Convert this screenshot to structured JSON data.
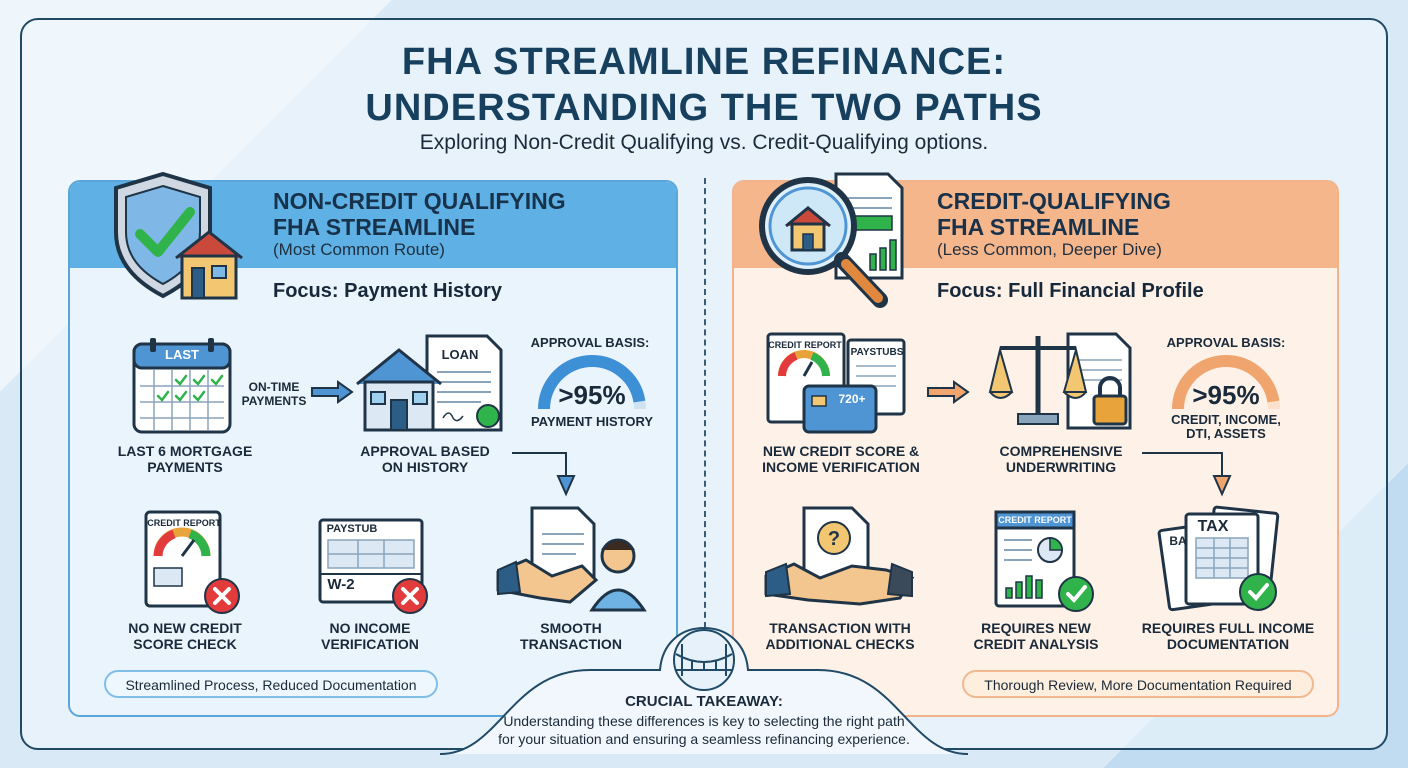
{
  "header": {
    "title_line1": "FHA STREAMLINE REFINANCE:",
    "title_line2": "UNDERSTANDING THE TWO PATHS",
    "subtitle": "Exploring Non-Credit Qualifying vs. Credit-Qualifying options."
  },
  "left": {
    "title_line1": "NON-CREDIT QUALIFYING",
    "title_line2": "FHA STREAMLINE",
    "note": "(Most Common Route)",
    "focus": "Focus: Payment History",
    "calendar_tag": "LAST",
    "arrow_label_1": "ON-TIME",
    "arrow_label_2": "PAYMENTS",
    "step1_line1": "LAST 6 MORTGAGE",
    "step1_line2": "PAYMENTS",
    "loan_tag": "LOAN",
    "step2_line1": "APPROVAL BASED",
    "step2_line2": "ON HISTORY",
    "approval_label": "APPROVAL BASIS:",
    "approval_value": ">95%",
    "approval_basis": "PAYMENT HISTORY",
    "doc1_tag": "CREDIT REPORT",
    "item1_line1": "NO NEW CREDIT",
    "item1_line2": "SCORE CHECK",
    "doc2_tag": "PAYSTUB",
    "doc2_sub": "W-2",
    "item2_line1": "NO INCOME",
    "item2_line2": "VERIFICATION",
    "item3_line1": "SMOOTH",
    "item3_line2": "TRANSACTION",
    "pill": "Streamlined Process, Reduced Documentation"
  },
  "right": {
    "title_line1": "CREDIT-QUALIFYING",
    "title_line2": "FHA STREAMLINE",
    "note": "(Less Common, Deeper Dive)",
    "focus": "Focus: Full Financial Profile",
    "doc_credit_tag": "CREDIT REPORT",
    "doc_paystub_tag": "PAYSTUBS",
    "card_score": "720+",
    "step1_line1": "NEW CREDIT SCORE &",
    "step1_line2": "INCOME VERIFICATION",
    "step2_line1": "COMPREHENSIVE",
    "step2_line2": "UNDERWRITING",
    "approval_label": "APPROVAL BASIS:",
    "approval_value": ">95%",
    "approval_basis_1": "CREDIT, INCOME,",
    "approval_basis_2": "DTI, ASSETS",
    "item1_line1": "TRANSACTION WITH",
    "item1_line2": "ADDITIONAL CHECKS",
    "doc3_tag": "CREDIT REPORT",
    "item2_line1": "REQUIRES NEW",
    "item2_line2": "CREDIT ANALYSIS",
    "tax_tag": "TAX",
    "tax_side": "BA",
    "item3_line1": "REQUIRES FULL INCOME",
    "item3_line2": "DOCUMENTATION",
    "pill": "Thorough Review, More Documentation Required"
  },
  "takeaway": {
    "title": "CRUCIAL TAKEAWAY:",
    "line1": "Understanding these differences is key to selecting the right path",
    "line2": "for your situation and ensuring a seamless refinancing experience."
  },
  "colors": {
    "left_accent": "#5fb0e4",
    "right_accent": "#f6b68c",
    "success": "#2fb34a",
    "error": "#e23b3b",
    "navy": "#16405e"
  }
}
